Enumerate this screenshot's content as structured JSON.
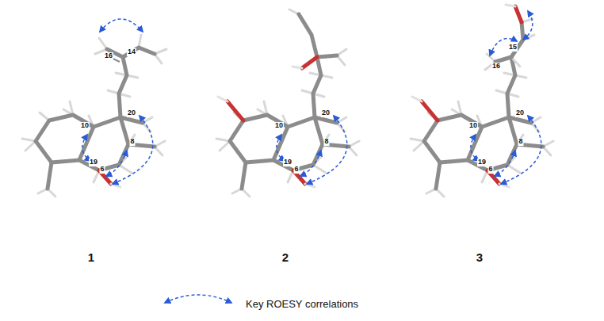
{
  "diagram": {
    "labels": [
      "16",
      "14",
      "20",
      "10",
      "8",
      "19",
      "6",
      "1",
      "10",
      "20",
      "19",
      "8",
      "6",
      "2",
      "15",
      "16",
      "10",
      "20",
      "19",
      "8",
      "6",
      "3"
    ],
    "legend": [
      {
        "text": "Key ROESY correlations"
      }
    ]
  }
}
